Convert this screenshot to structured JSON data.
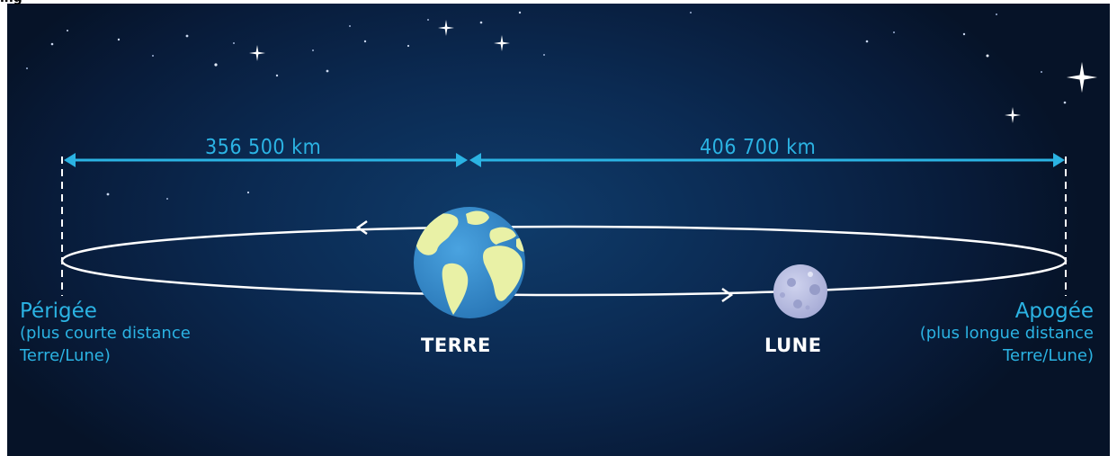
{
  "header_fragment": "ing",
  "distances": {
    "perigee": "356 500 km",
    "apogee": "406 700 km"
  },
  "bodies": {
    "earth": "TERRE",
    "moon": "LUNE"
  },
  "perigee": {
    "title": "Périgée",
    "desc_line1": "(plus courte distance",
    "desc_line2": "Terre/Lune)"
  },
  "apogee": {
    "title": "Apogée",
    "desc_line1": "(plus longue distance",
    "desc_line2": "Terre/Lune)"
  },
  "colors": {
    "accent": "#2bb3e3",
    "background": "#0b2a52",
    "orbit": "#ffffff",
    "earth_ocean": "#3b8fd0",
    "earth_land": "#e9f1a6",
    "moon": "#b9bfe0"
  }
}
